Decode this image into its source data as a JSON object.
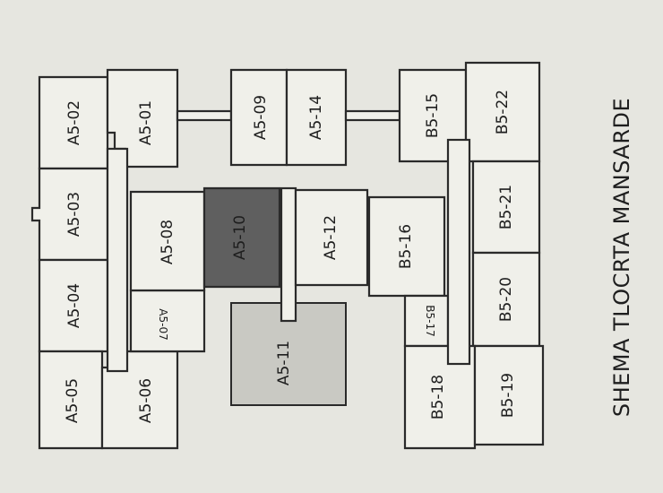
{
  "title": "SHEMA TLOCRTA MANSARDE",
  "units": {
    "a5_01": "A5-01",
    "a5_02": "A5-02",
    "a5_03": "A5-03",
    "a5_04": "A5-04",
    "a5_05": "A5-05",
    "a5_06": "A5-06",
    "a5_07": "A5-07",
    "a5_08": "A5-08",
    "a5_09": "A5-09",
    "a5_10": "A5-10",
    "a5_11": "A5-11",
    "a5_12": "A5-12",
    "a5_14": "A5-14",
    "b5_15": "B5-15",
    "b5_16": "B5-16",
    "b5_17": "B5-17",
    "b5_18": "B5-18",
    "b5_19": "B5-19",
    "b5_20": "B5-20",
    "b5_21": "B5-21",
    "b5_22": "B5-22"
  },
  "colors": {
    "highlight_dark": "#5f5f5f",
    "highlight_light": "#c9c9c3",
    "wall": "#2a2a2a",
    "paper": "#e6e6e0"
  }
}
